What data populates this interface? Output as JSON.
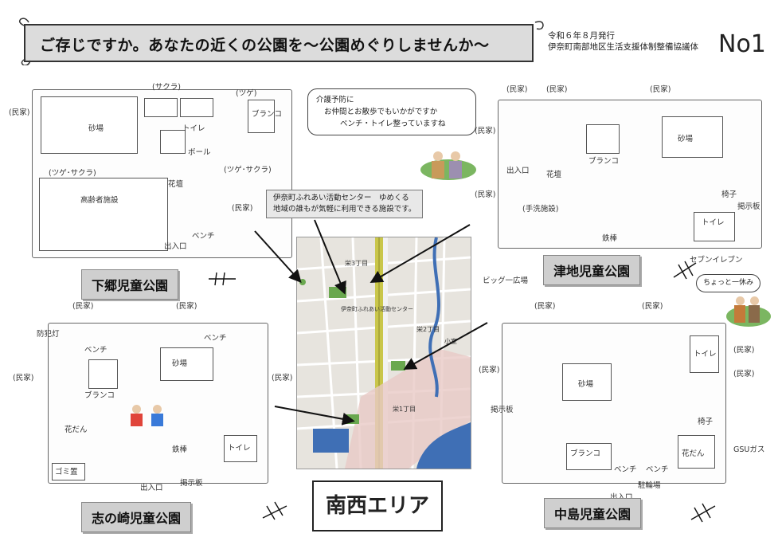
{
  "header": {
    "title": "ご存じですか。あなたの近くの公園を～公園めぐりしませんか～",
    "issue_date": "令和６年８月発行",
    "publisher": "伊奈町南部地区生活支援体制整備協議体",
    "number": "No1"
  },
  "bubbles": {
    "care_line1": "介護予防に",
    "care_line2": "お仲間とお散歩でもいかがですか",
    "care_line3": "ベンチ・トイレ整っていますね",
    "rest": "ちょっと一休み"
  },
  "center_info": {
    "line1": "伊奈町ふれあい活動センター　ゆめくる",
    "line2": "地域の誰もが気軽に利用できる施設です。"
  },
  "area_label": "南西エリア",
  "parks": {
    "shimogo": {
      "name": "下郷児童公園",
      "labels": [
        "(民家)",
        "(ツゲ･サクラ)",
        "(サクラ)",
        "(ツゲ･サクラ)",
        "(民家)",
        "(ツゲ)",
        "トイレ",
        "ブランコ",
        "砂場",
        "花壇",
        "高齢者施設",
        "出入口",
        "ボール",
        "ベンチ"
      ]
    },
    "tsuji": {
      "name": "津地児童公園",
      "labels": [
        "(民家)",
        "(民家)",
        "(民家)",
        "(民家)",
        "(民家)",
        "ブランコ",
        "砂場",
        "花壇",
        "椅子",
        "トイレ",
        "鉄棒",
        "掲示板",
        "(手洗施設)",
        "出入口",
        "セブンイレブン",
        "ビッグ一広場"
      ]
    },
    "shinozaki": {
      "name": "志の崎児童公園",
      "labels": [
        "(民家)",
        "(民家)",
        "(民家)",
        "(民家)",
        "ベンチ",
        "ベンチ",
        "砂場",
        "ブランコ",
        "花だん",
        "鉄棒",
        "トイレ",
        "ゴミ置",
        "出入口",
        "掲示板",
        "防犯灯"
      ]
    },
    "nakajima": {
      "name": "中島児童公園",
      "labels": [
        "(民家)",
        "(民家)",
        "(民家)",
        "(民家)",
        "椅子",
        "砂場",
        "ブランコ",
        "ベンチ",
        "ベンチ",
        "トイレ",
        "花だん",
        "出入口",
        "駐輪場",
        "掲示板",
        "GSUガス",
        "(民家)"
      ]
    }
  },
  "map_labels": [
    "栄3丁目",
    "栄2丁目",
    "栄1丁目",
    "小室",
    "伊奈町ふれあい活動センター"
  ],
  "colors": {
    "banner_bg": "#dcdcdc",
    "plate_bg": "#cfcfcf",
    "map_bg": "#e7e4de",
    "rail": "#c9c64a",
    "river": "#3f6fb5",
    "park_green": "#6aa84f"
  }
}
